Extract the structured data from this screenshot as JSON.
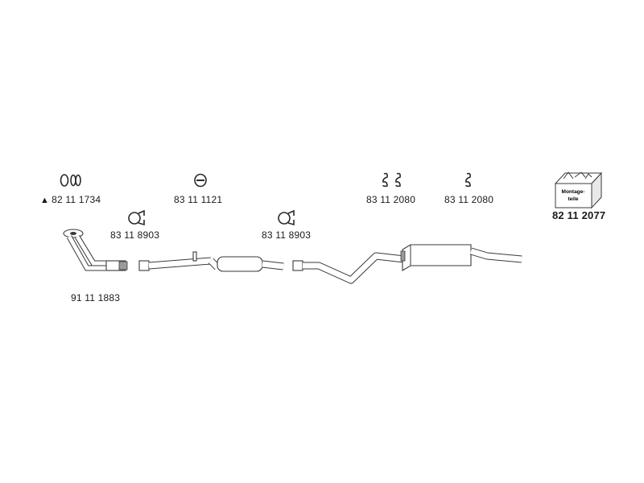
{
  "parts": {
    "gasket_set": {
      "code": "82 11 1734",
      "marker": "▲",
      "icon": "gasket-rings-icon"
    },
    "rubber_mount_front": {
      "code": "83 11 1121",
      "icon": "rubber-mount-icon"
    },
    "hanger_pair": {
      "code": "83 11 2080",
      "icon": "hanger-pair-icon"
    },
    "hanger_single": {
      "code": "83 11 2080",
      "icon": "hanger-single-icon"
    },
    "mounting_kit": {
      "code": "82 11 2077",
      "box_text_1": "Montage-",
      "box_text_2": "teile",
      "icon": "mounting-kit-box-icon"
    },
    "clamp_front": {
      "code": "83 11 8903",
      "icon": "pipe-clamp-icon"
    },
    "clamp_middle": {
      "code": "83 11 8903",
      "icon": "pipe-clamp-icon"
    },
    "front_pipe": {
      "code": "91 11 1883"
    }
  },
  "colors": {
    "line": "#3a3a3a",
    "shade": "#9a9a9a",
    "background": "#ffffff"
  }
}
